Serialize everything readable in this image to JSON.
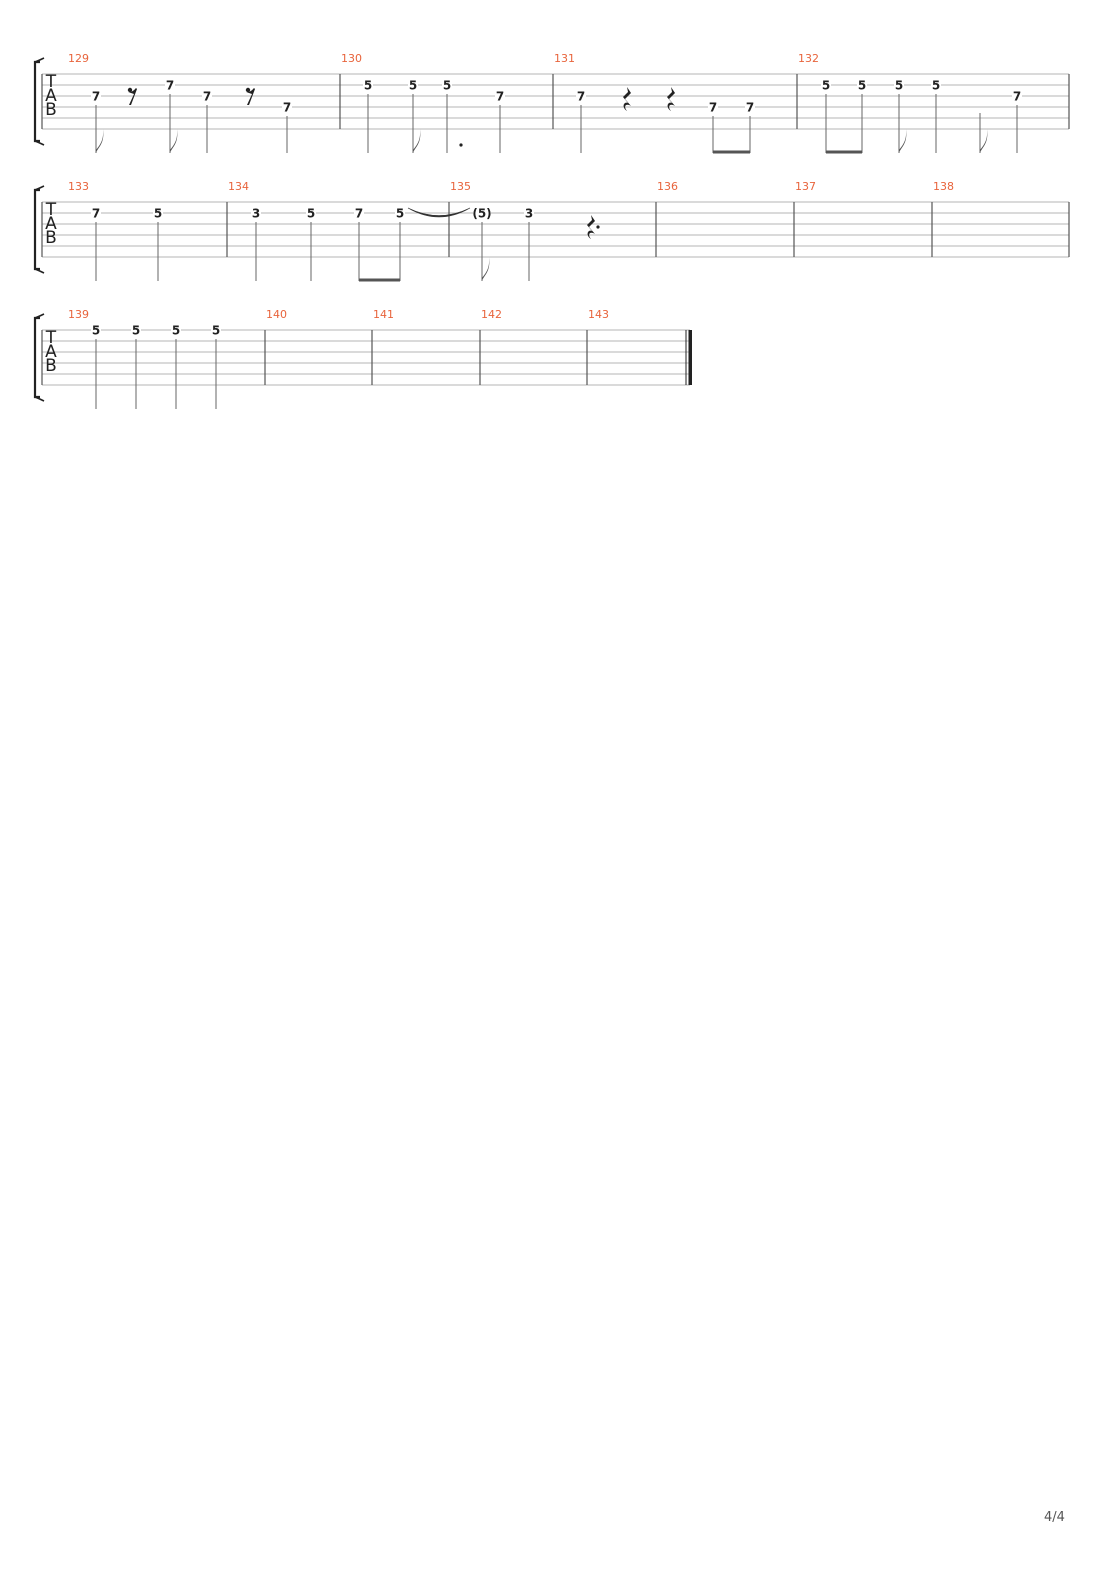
{
  "tab_label": [
    "T",
    "A",
    "B"
  ],
  "page_number": "4/4",
  "colors": {
    "measure_number": "#e8643c",
    "staff_line": "#b5b5b5",
    "ink": "#222222"
  },
  "systems": [
    {
      "measures": [
        {
          "number": "129",
          "events": [
            {
              "kind": "note",
              "fret": "7",
              "string": 2,
              "dur": "8"
            },
            {
              "kind": "rest",
              "dur": "8"
            },
            {
              "kind": "note",
              "fret": "7",
              "string": 1,
              "dur": "8"
            },
            {
              "kind": "note",
              "fret": "7",
              "string": 2,
              "dur": "4"
            },
            {
              "kind": "rest",
              "dur": "8"
            },
            {
              "kind": "note",
              "fret": "7",
              "string": 3,
              "dur": "4"
            }
          ]
        },
        {
          "number": "130",
          "events": [
            {
              "kind": "note",
              "fret": "5",
              "string": 1,
              "dur": "4"
            },
            {
              "kind": "note",
              "fret": "5",
              "string": 1,
              "dur": "8"
            },
            {
              "kind": "note",
              "fret": "5",
              "string": 1,
              "dur": "4",
              "dotted": true
            },
            {
              "kind": "note",
              "fret": "7",
              "string": 2,
              "dur": "4"
            }
          ]
        },
        {
          "number": "131",
          "events": [
            {
              "kind": "note",
              "fret": "7",
              "string": 2,
              "dur": "4"
            },
            {
              "kind": "rest",
              "dur": "4"
            },
            {
              "kind": "rest",
              "dur": "4"
            },
            {
              "kind": "note",
              "fret": "7",
              "string": 3,
              "dur": "8",
              "beam": "start"
            },
            {
              "kind": "note",
              "fret": "7",
              "string": 3,
              "dur": "8",
              "beam": "end"
            }
          ]
        },
        {
          "number": "132",
          "events": [
            {
              "kind": "note",
              "fret": "5",
              "string": 1,
              "dur": "8",
              "beam": "start"
            },
            {
              "kind": "note",
              "fret": "5",
              "string": 1,
              "dur": "8",
              "beam": "end"
            },
            {
              "kind": "note",
              "fret": "5",
              "string": 1,
              "dur": "8"
            },
            {
              "kind": "note",
              "fret": "5",
              "string": 1,
              "dur": "4",
              "tie": "start"
            },
            {
              "kind": "stem",
              "dur": "8",
              "tie": "end"
            },
            {
              "kind": "note",
              "fret": "7",
              "string": 2,
              "dur": "4"
            }
          ]
        }
      ]
    },
    {
      "measures": [
        {
          "number": "133",
          "events": [
            {
              "kind": "note",
              "fret": "7",
              "string": 1,
              "dur": "4"
            },
            {
              "kind": "note",
              "fret": "5",
              "string": 1,
              "dur": "4"
            }
          ]
        },
        {
          "number": "134",
          "events": [
            {
              "kind": "note",
              "fret": "3",
              "string": 1,
              "dur": "4"
            },
            {
              "kind": "note",
              "fret": "5",
              "string": 1,
              "dur": "4"
            },
            {
              "kind": "note",
              "fret": "7",
              "string": 1,
              "dur": "8",
              "beam": "start"
            },
            {
              "kind": "note",
              "fret": "5",
              "string": 1,
              "dur": "8",
              "beam": "end",
              "tie": "start"
            }
          ]
        },
        {
          "number": "135",
          "events": [
            {
              "kind": "note",
              "fret": "(5)",
              "string": 1,
              "dur": "8",
              "tie": "end"
            },
            {
              "kind": "note",
              "fret": "3",
              "string": 1,
              "dur": "4"
            },
            {
              "kind": "rest",
              "dur": "4",
              "dotted": true
            }
          ]
        },
        {
          "number": "136",
          "events": []
        },
        {
          "number": "137",
          "events": []
        },
        {
          "number": "138",
          "events": []
        }
      ]
    },
    {
      "measures": [
        {
          "number": "139",
          "events": [
            {
              "kind": "note",
              "fret": "5",
              "string": 0,
              "dur": "4"
            },
            {
              "kind": "note",
              "fret": "5",
              "string": 0,
              "dur": "4"
            },
            {
              "kind": "note",
              "fret": "5",
              "string": 0,
              "dur": "4"
            },
            {
              "kind": "note",
              "fret": "5",
              "string": 0,
              "dur": "4"
            }
          ]
        },
        {
          "number": "140",
          "events": []
        },
        {
          "number": "141",
          "events": []
        },
        {
          "number": "142",
          "events": []
        },
        {
          "number": "143",
          "events": [],
          "final": true
        }
      ]
    }
  ]
}
